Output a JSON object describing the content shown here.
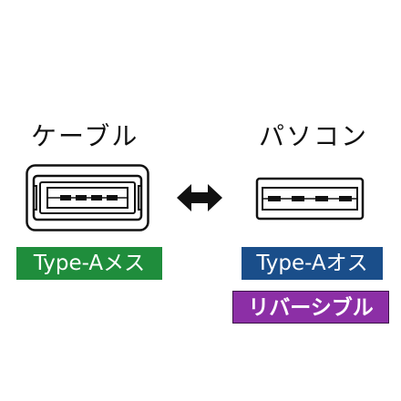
{
  "labels": {
    "cable": "ケーブル",
    "pc": "パソコン"
  },
  "tags": {
    "female": "Type-Aメス",
    "male": "Type-Aオス",
    "reversible": "リバーシブル"
  },
  "icons": {
    "cable_connector": "usb-a-female-reversible-port-icon",
    "pc_connector": "usb-a-male-reversible-plug-icon",
    "arrow": "double-headed-arrow-icon"
  },
  "colors": {
    "female_tag": "#1f8d3c",
    "male_tag": "#1a4e8a",
    "reversible_tag": "#8c2fa6"
  }
}
